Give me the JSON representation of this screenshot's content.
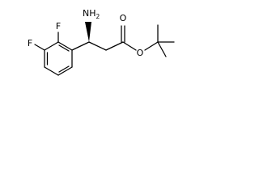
{
  "molecule": {
    "atoms": {
      "amine": "NH",
      "amine_sub": "2",
      "fluorine_1": "F",
      "fluorine_2": "F",
      "carbonyl_oxygen": "O",
      "ester_oxygen": "O"
    }
  }
}
